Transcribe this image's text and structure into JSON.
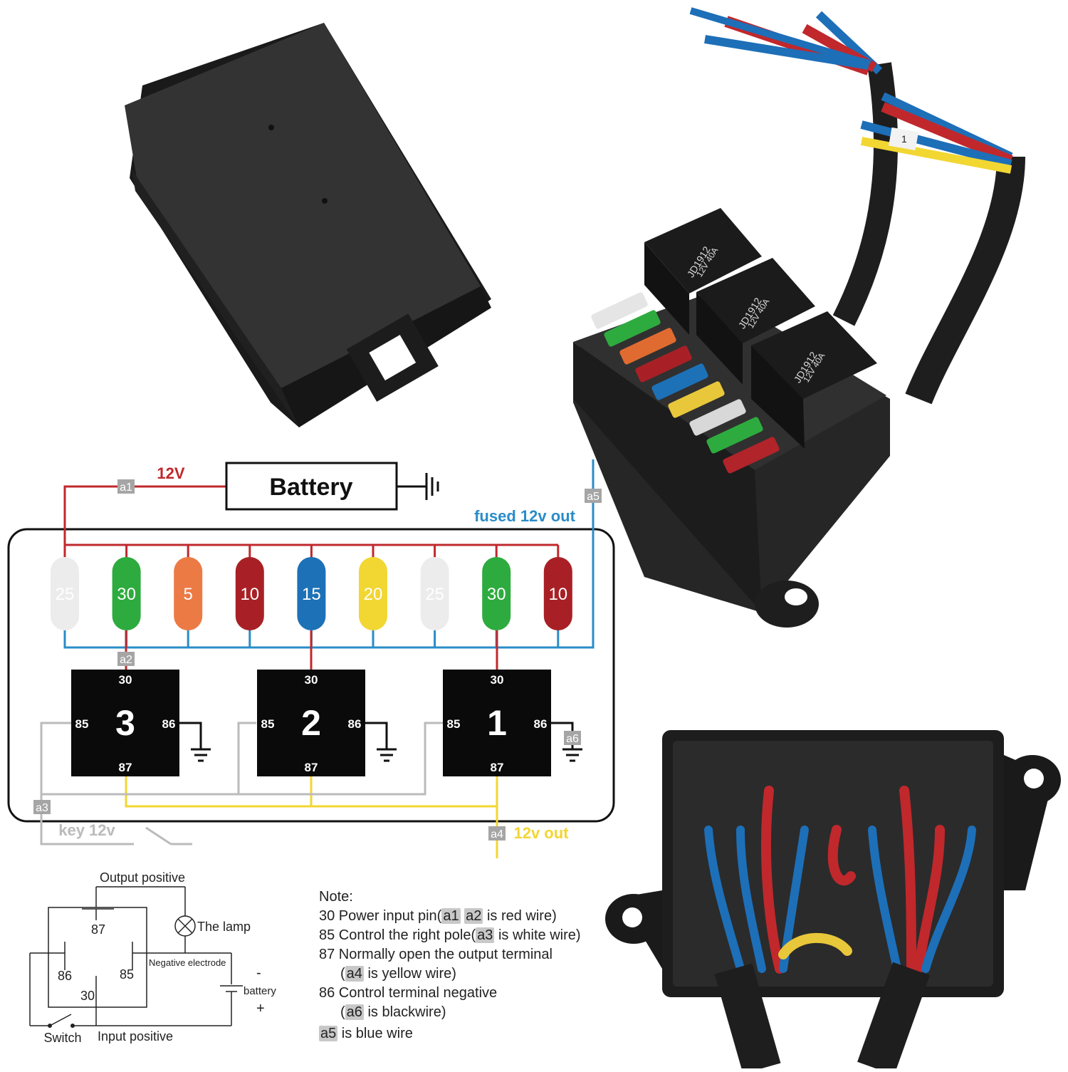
{
  "battery": {
    "label": "Battery",
    "voltage_label": "12V"
  },
  "wire_tags": {
    "a1": "a1",
    "a2": "a2",
    "a3": "a3",
    "a4": "a4",
    "a5": "a5",
    "a6": "a6"
  },
  "outputs": {
    "fused_out": "fused 12v out",
    "out_12v": "12v out",
    "key_12v": "key 12v"
  },
  "fuses": [
    {
      "value": "25",
      "color": "#ececec"
    },
    {
      "value": "30",
      "color": "#2eab3e"
    },
    {
      "value": "5",
      "color": "#ec7a45"
    },
    {
      "value": "10",
      "color": "#a82025"
    },
    {
      "value": "15",
      "color": "#1d71b7"
    },
    {
      "value": "20",
      "color": "#f2d632"
    },
    {
      "value": "25",
      "color": "#ececec"
    },
    {
      "value": "30",
      "color": "#2eab3e"
    },
    {
      "value": "10",
      "color": "#a82025"
    }
  ],
  "relays": [
    {
      "number": "3",
      "pin_top": "30",
      "pin_left": "85",
      "pin_right": "86",
      "pin_bottom": "87"
    },
    {
      "number": "2",
      "pin_top": "30",
      "pin_left": "85",
      "pin_right": "86",
      "pin_bottom": "87"
    },
    {
      "number": "1",
      "pin_top": "30",
      "pin_left": "85",
      "pin_right": "86",
      "pin_bottom": "87"
    }
  ],
  "relay_labels": [
    {
      "model": "JD1912",
      "rating": "12V 40A"
    },
    {
      "model": "JD1912",
      "rating": "12V 40A"
    },
    {
      "model": "JD1912",
      "rating": "12V 40A"
    }
  ],
  "harness_tags": [
    "1"
  ],
  "wiring": {
    "output_positive": "Output positive",
    "lamp": "The lamp",
    "negative_electrode": "Negative electrode",
    "minus": "-",
    "battery": "battery",
    "plus": "+",
    "pin_87": "87",
    "pin_86": "86",
    "pin_85": "85",
    "pin_30": "30",
    "switch": "Switch",
    "input_positive": "Input positive"
  },
  "note": {
    "title": "Note:",
    "line1_pre": "30 Power input pin(",
    "line1_post": " is red wire)",
    "line2_pre": "85 Control the right pole(",
    "line2_post": " is white wire)",
    "line3": "87 Normally open the output terminal",
    "line4_pre": "(",
    "line4_post": " is yellow wire)",
    "line5": "86 Control terminal negative",
    "line6_pre": "(",
    "line6_post": " is blackwire)",
    "line7_post": " is blue wire"
  },
  "colors": {
    "red_wire": "#c0282c",
    "blue_wire": "#2a8cc8",
    "yellow_wire": "#f2d632",
    "white_wire": "#bbbbbb",
    "box": "#2a2a2a"
  }
}
